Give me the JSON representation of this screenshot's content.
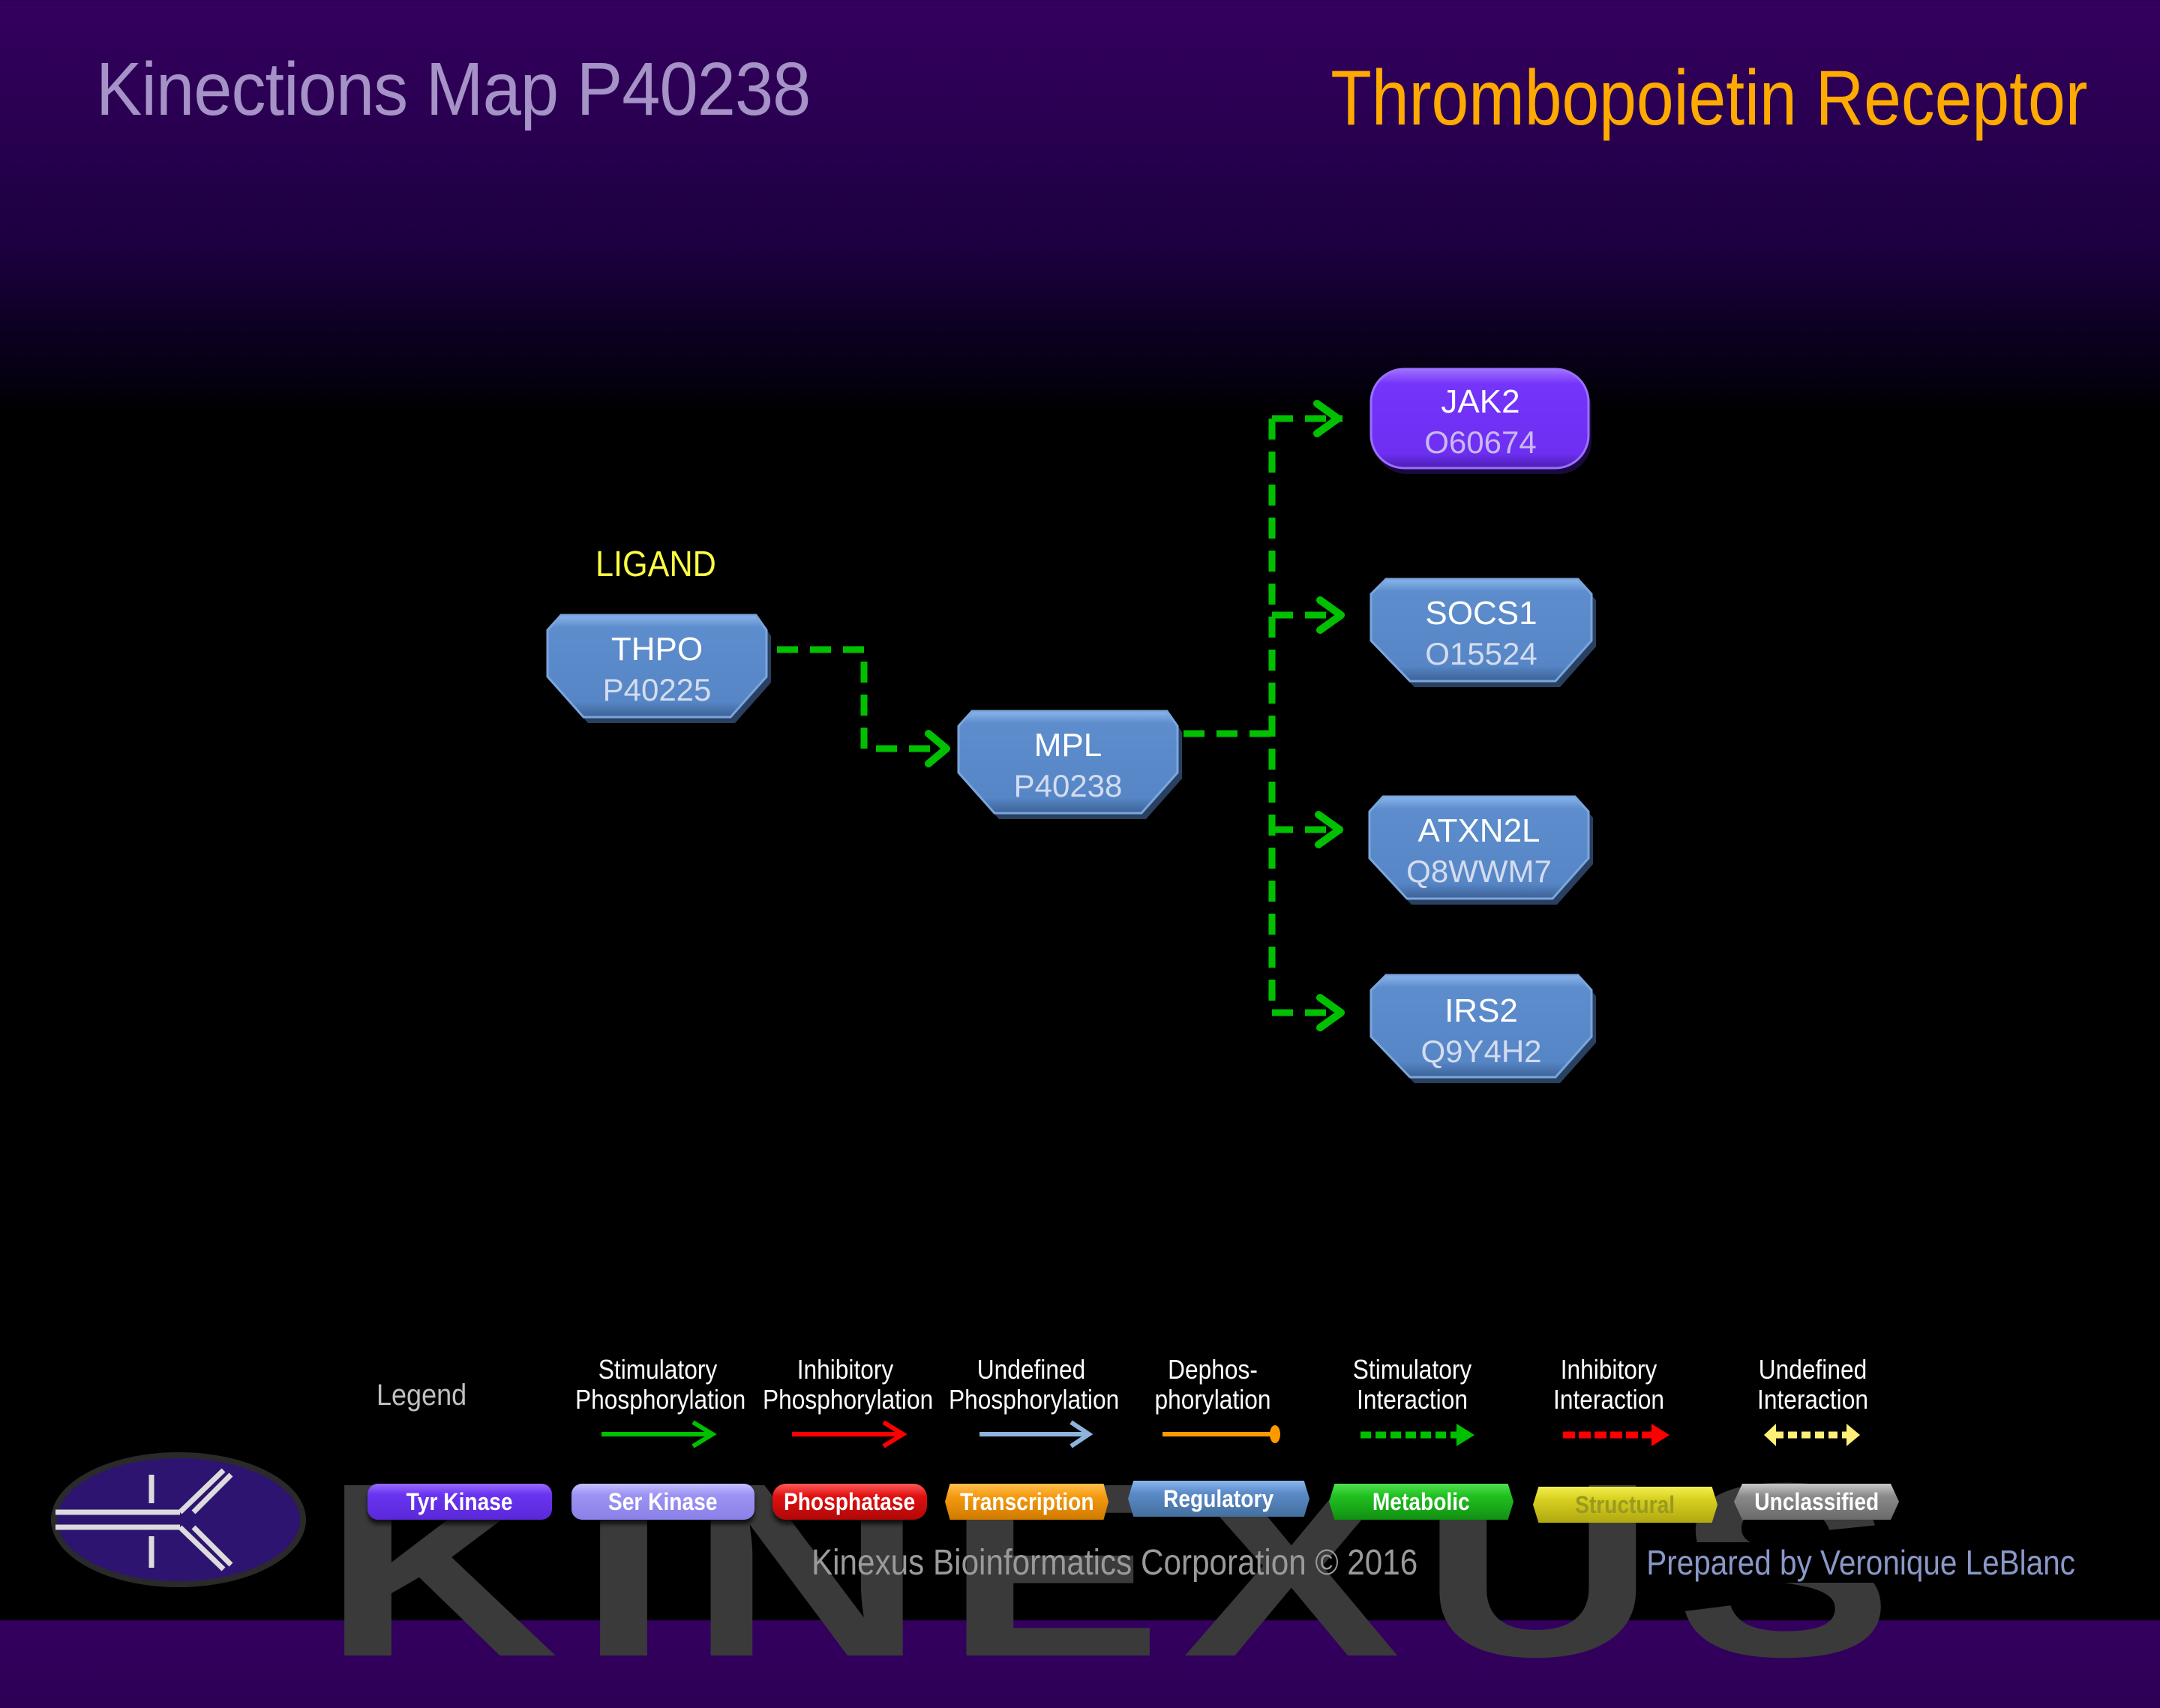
{
  "header": {
    "title": "Kinections Map P40238",
    "protein_name": "Thrombopoietin Receptor"
  },
  "diagram": {
    "ligand_label": "LIGAND",
    "nodes": [
      {
        "id": "thpo",
        "name": "THPO",
        "accession": "P40225",
        "category": "Regulatory",
        "color": "#5b8ac8"
      },
      {
        "id": "mpl",
        "name": "MPL",
        "accession": "P40238",
        "category": "Regulatory",
        "color": "#5b8ac8"
      },
      {
        "id": "jak2",
        "name": "JAK2",
        "accession": "O60674",
        "category": "Tyr Kinase",
        "color": "#7030f8"
      },
      {
        "id": "socs1",
        "name": "SOCS1",
        "accession": "O15524",
        "category": "Regulatory",
        "color": "#5b8ac8"
      },
      {
        "id": "atxn2l",
        "name": "ATXN2L",
        "accession": "Q8WWM7",
        "category": "Regulatory",
        "color": "#5b8ac8"
      },
      {
        "id": "irs2",
        "name": "IRS2",
        "accession": "Q9Y4H2",
        "category": "Regulatory",
        "color": "#5b8ac8"
      }
    ],
    "edges": [
      {
        "from": "THPO",
        "to": "MPL",
        "type": "Stimulatory Interaction",
        "color": "#00c000"
      },
      {
        "from": "MPL",
        "to": "JAK2",
        "type": "Stimulatory Interaction",
        "color": "#00c000"
      },
      {
        "from": "MPL",
        "to": "SOCS1",
        "type": "Stimulatory Interaction",
        "color": "#00c000"
      },
      {
        "from": "MPL",
        "to": "ATXN2L",
        "type": "Stimulatory Interaction",
        "color": "#00c000"
      },
      {
        "from": "MPL",
        "to": "IRS2",
        "type": "Stimulatory Interaction",
        "color": "#00c000"
      }
    ]
  },
  "legend": {
    "title": "Legend",
    "arrows": [
      {
        "line1": "Stimulatory",
        "line2": "Phosphorylation",
        "color": "#00c000",
        "style": "solid-arrow"
      },
      {
        "line1": "Inhibitory",
        "line2": "Phosphorylation",
        "color": "#ff0000",
        "style": "solid-arrow"
      },
      {
        "line1": "Undefined",
        "line2": "Phosphorylation",
        "color": "#8cb4dc",
        "style": "solid-arrow"
      },
      {
        "line1": "Dephos-",
        "line2": "phorylation",
        "color": "#ff9900",
        "style": "solid-ball"
      },
      {
        "line1": "Stimulatory",
        "line2": "Interaction",
        "color": "#00c000",
        "style": "dashed-arrow"
      },
      {
        "line1": "Inhibitory",
        "line2": "Interaction",
        "color": "#ff0000",
        "style": "dashed-arrow"
      },
      {
        "line1": "Undefined",
        "line2": "Interaction",
        "color": "#ffee77",
        "style": "dashed-double"
      }
    ],
    "categories": [
      {
        "label": "Tyr Kinase",
        "color": "#6a34f0",
        "text_color": "#ffffff"
      },
      {
        "label": "Ser Kinase",
        "color": "#9c94f4",
        "text_color": "#ffffff"
      },
      {
        "label": "Phosphatase",
        "color": "#e01010",
        "text_color": "#ffffff"
      },
      {
        "label": "Transcription",
        "color": "#f59a10",
        "text_color": "#ffffff"
      },
      {
        "label": "Regulatory",
        "color": "#5b8ac8",
        "text_color": "#ffffff"
      },
      {
        "label": "Metabolic",
        "color": "#20c020",
        "text_color": "#ffffff"
      },
      {
        "label": "Structural",
        "color": "#d8d020",
        "text_color": "#9a9a20"
      },
      {
        "label": "Unclassified",
        "color": "#8a8a8a",
        "text_color": "#ffffff"
      }
    ]
  },
  "footer": {
    "company": "Kinexus Bioinformatics Corporation © 2016",
    "author": "Prepared by Veronique LeBlanc",
    "watermark": "KINEXUS"
  }
}
